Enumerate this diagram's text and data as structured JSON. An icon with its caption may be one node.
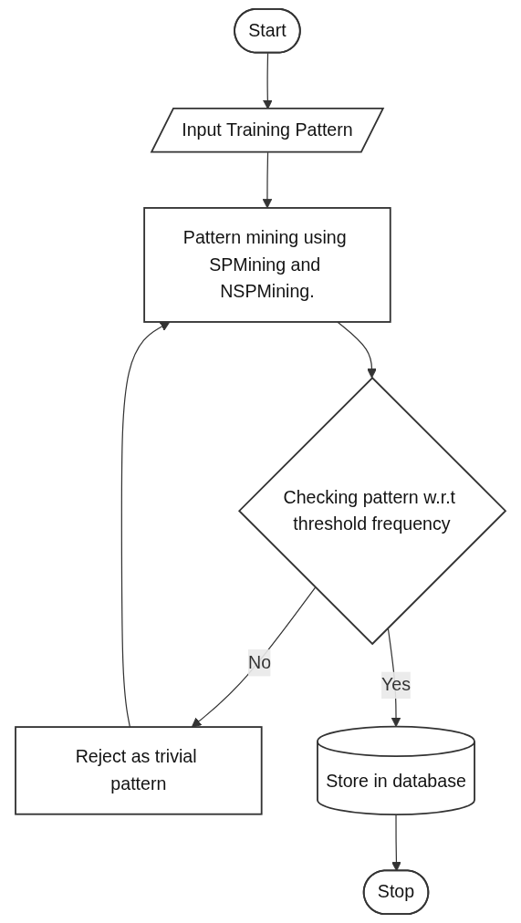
{
  "diagram": {
    "nodes": [
      {
        "text": [
          "Start"
        ]
      },
      {
        "text": [
          "Input Training Pattern"
        ]
      },
      {
        "text": [
          "Pattern mining using SPMining and NSPMining."
        ]
      },
      {
        "text": [
          "Checking pattern w.r.t threshold frequency"
        ]
      },
      {
        "text": [
          "Reject as trivial pattern"
        ]
      },
      {
        "text": [
          "Store in database"
        ]
      },
      {
        "text": [
          "Stop"
        ]
      }
    ],
    "edges": [
      {
        "from": 0,
        "to": 1,
        "arrow": "to"
      },
      {
        "from": 1,
        "to": 2,
        "arrow": "to"
      },
      {
        "from": 2,
        "to": 3,
        "arrow": "to"
      },
      {
        "from": 3,
        "to": 4,
        "label": "No",
        "arrow": "to"
      },
      {
        "from": 3,
        "to": 5,
        "label": "Yes",
        "arrow": "to"
      },
      {
        "from": 5,
        "to": 6,
        "arrow": "to"
      },
      {
        "from": 4,
        "to": 2,
        "arrow": "to"
      }
    ]
  }
}
